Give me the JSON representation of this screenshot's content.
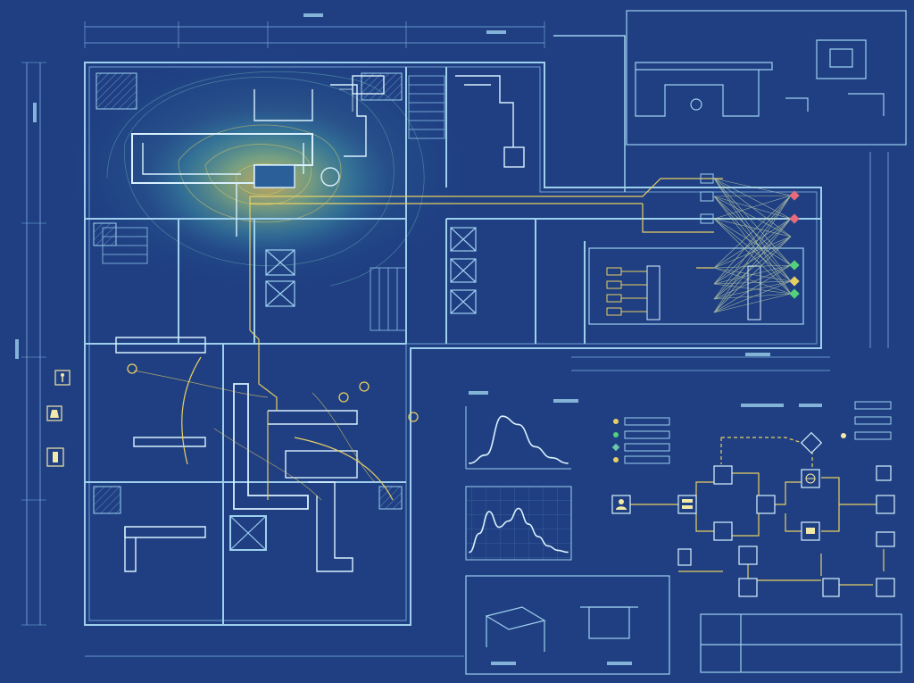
{
  "colors": {
    "background": "#1f3f82",
    "linework": "#9ed0ee",
    "linework_dim": "#6f9fd0",
    "bright_line": "#d9f1ff",
    "wiring": "#e8cf63",
    "heat_hot": "#f1b64a",
    "heat_warm": "#6ec7a8",
    "heat_cool": "#2f74a9",
    "node_red": "#e46a7c",
    "node_green": "#55d07a",
    "icon_fill": "#f2e8a8"
  },
  "icons": {
    "fire_extinguisher": "fire-extinguisher-icon",
    "user": "user-icon",
    "server": "server-icon",
    "fan": "fan-icon",
    "camera": "camera-icon",
    "person": "person-icon",
    "gear": "gear-icon",
    "lab_flask": "flask-icon"
  },
  "chart_data": [
    {
      "type": "line",
      "x": [
        0,
        1,
        2,
        3,
        4,
        5,
        6
      ],
      "y": [
        0.05,
        0.2,
        0.9,
        0.75,
        0.35,
        0.15,
        0.05
      ]
    },
    {
      "type": "line",
      "x": [
        0,
        1,
        2,
        3,
        4,
        5,
        6,
        7,
        8,
        9,
        10
      ],
      "y": [
        0.05,
        0.35,
        0.7,
        0.45,
        0.55,
        0.75,
        0.5,
        0.3,
        0.15,
        0.08,
        0.05
      ]
    }
  ]
}
